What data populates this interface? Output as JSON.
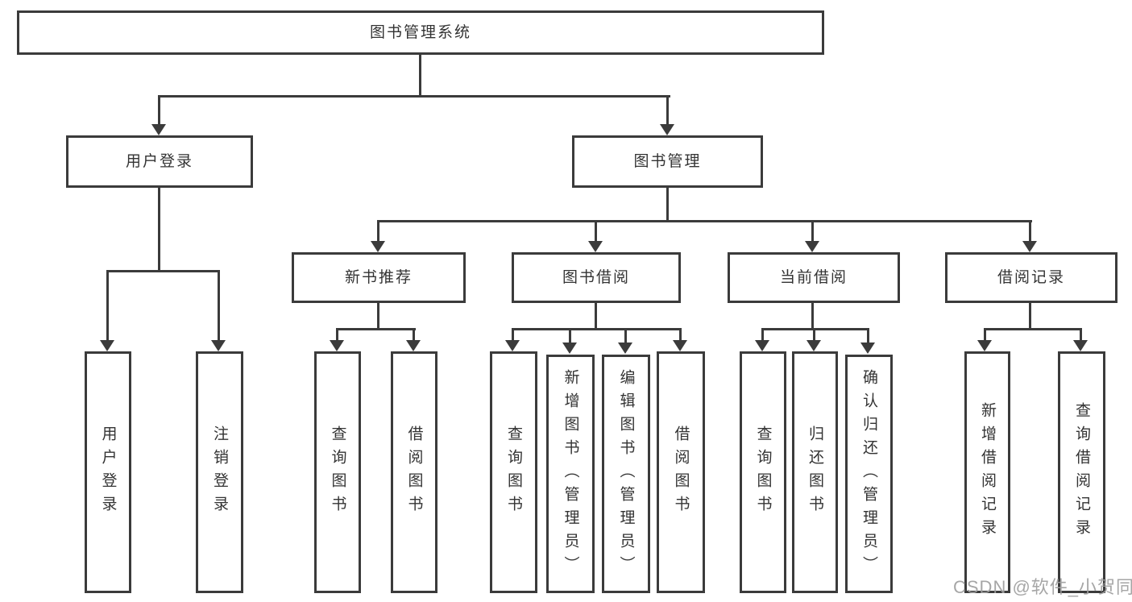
{
  "diagram": {
    "title": "图书管理系统",
    "type": "hierarchy-tree",
    "colors": {
      "line": "#3b3b3b",
      "text": "#333333",
      "background": "#ffffff",
      "watermark": "#9e9e9e"
    }
  },
  "tree": {
    "root": "图书管理系统",
    "children": [
      {
        "label": "用户登录",
        "leaves": [
          "用户登录",
          "注销登录"
        ]
      },
      {
        "label": "图书管理",
        "children": [
          {
            "label": "新书推荐",
            "leaves": [
              "查询图书",
              "借阅图书"
            ]
          },
          {
            "label": "图书借阅",
            "leaves": [
              "查询图书",
              "新增图书（管理员）",
              "编辑图书（管理员）",
              "借阅图书"
            ]
          },
          {
            "label": "当前借阅",
            "leaves": [
              "查询图书",
              "归还图书",
              "确认归还（管理员）"
            ]
          },
          {
            "label": "借阅记录",
            "leaves": [
              "新增借阅记录",
              "查询借阅记录"
            ]
          }
        ]
      }
    ]
  },
  "watermark": {
    "text": "CSDN @软件_小贺同学"
  }
}
